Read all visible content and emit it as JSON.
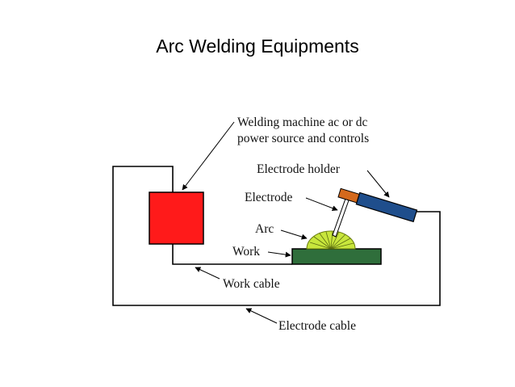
{
  "slide": {
    "title": "Arc Welding Equipments"
  },
  "diagram": {
    "labels": {
      "machine_line1": "Welding machine ac or dc",
      "machine_line2": "power source and controls",
      "electrode_holder": "Electrode holder",
      "electrode": "Electrode",
      "arc": "Arc",
      "work": "Work",
      "work_cable": "Work cable",
      "electrode_cable": "Electrode cable"
    },
    "colors": {
      "machine": "#ff1a1a",
      "work_piece": "#2f6e3b",
      "arc": "#c8e63c",
      "holder": "#1f4e8c",
      "electrode_tip": "#d4691c",
      "wire": "#000000"
    }
  }
}
